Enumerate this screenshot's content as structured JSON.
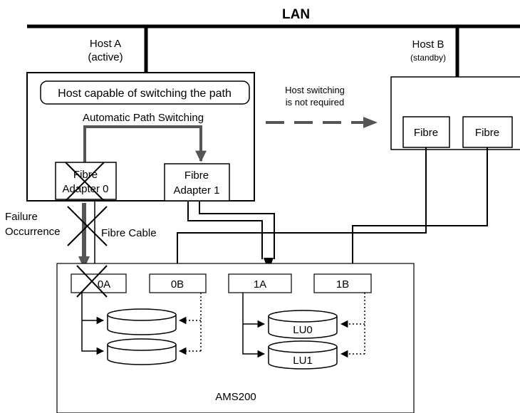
{
  "lan": {
    "label": "LAN"
  },
  "host_a": {
    "name": "Host A",
    "state": "(active)",
    "capability": "Host capable of switching the path",
    "feature": "Automatic Path Switching",
    "adapter0": [
      "Fibre",
      "Adapter 0"
    ],
    "adapter1": [
      "Fibre",
      "Adapter 1"
    ]
  },
  "host_b": {
    "name": "Host B",
    "state": "(standby)",
    "port1": "Fibre",
    "port2": "Fibre"
  },
  "switching_note": [
    "Host switching",
    "is not required"
  ],
  "failure": {
    "label": [
      "Failure",
      "Occurrence"
    ],
    "cable": "Fibre Cable"
  },
  "storage": {
    "name": "AMS200",
    "ports": [
      "0A",
      "0B",
      "1A",
      "1B"
    ],
    "lu0": "LU0",
    "lu1": "LU1"
  },
  "colors": {
    "line": "#000000",
    "path_gray": "#555555",
    "background": "#ffffff"
  }
}
